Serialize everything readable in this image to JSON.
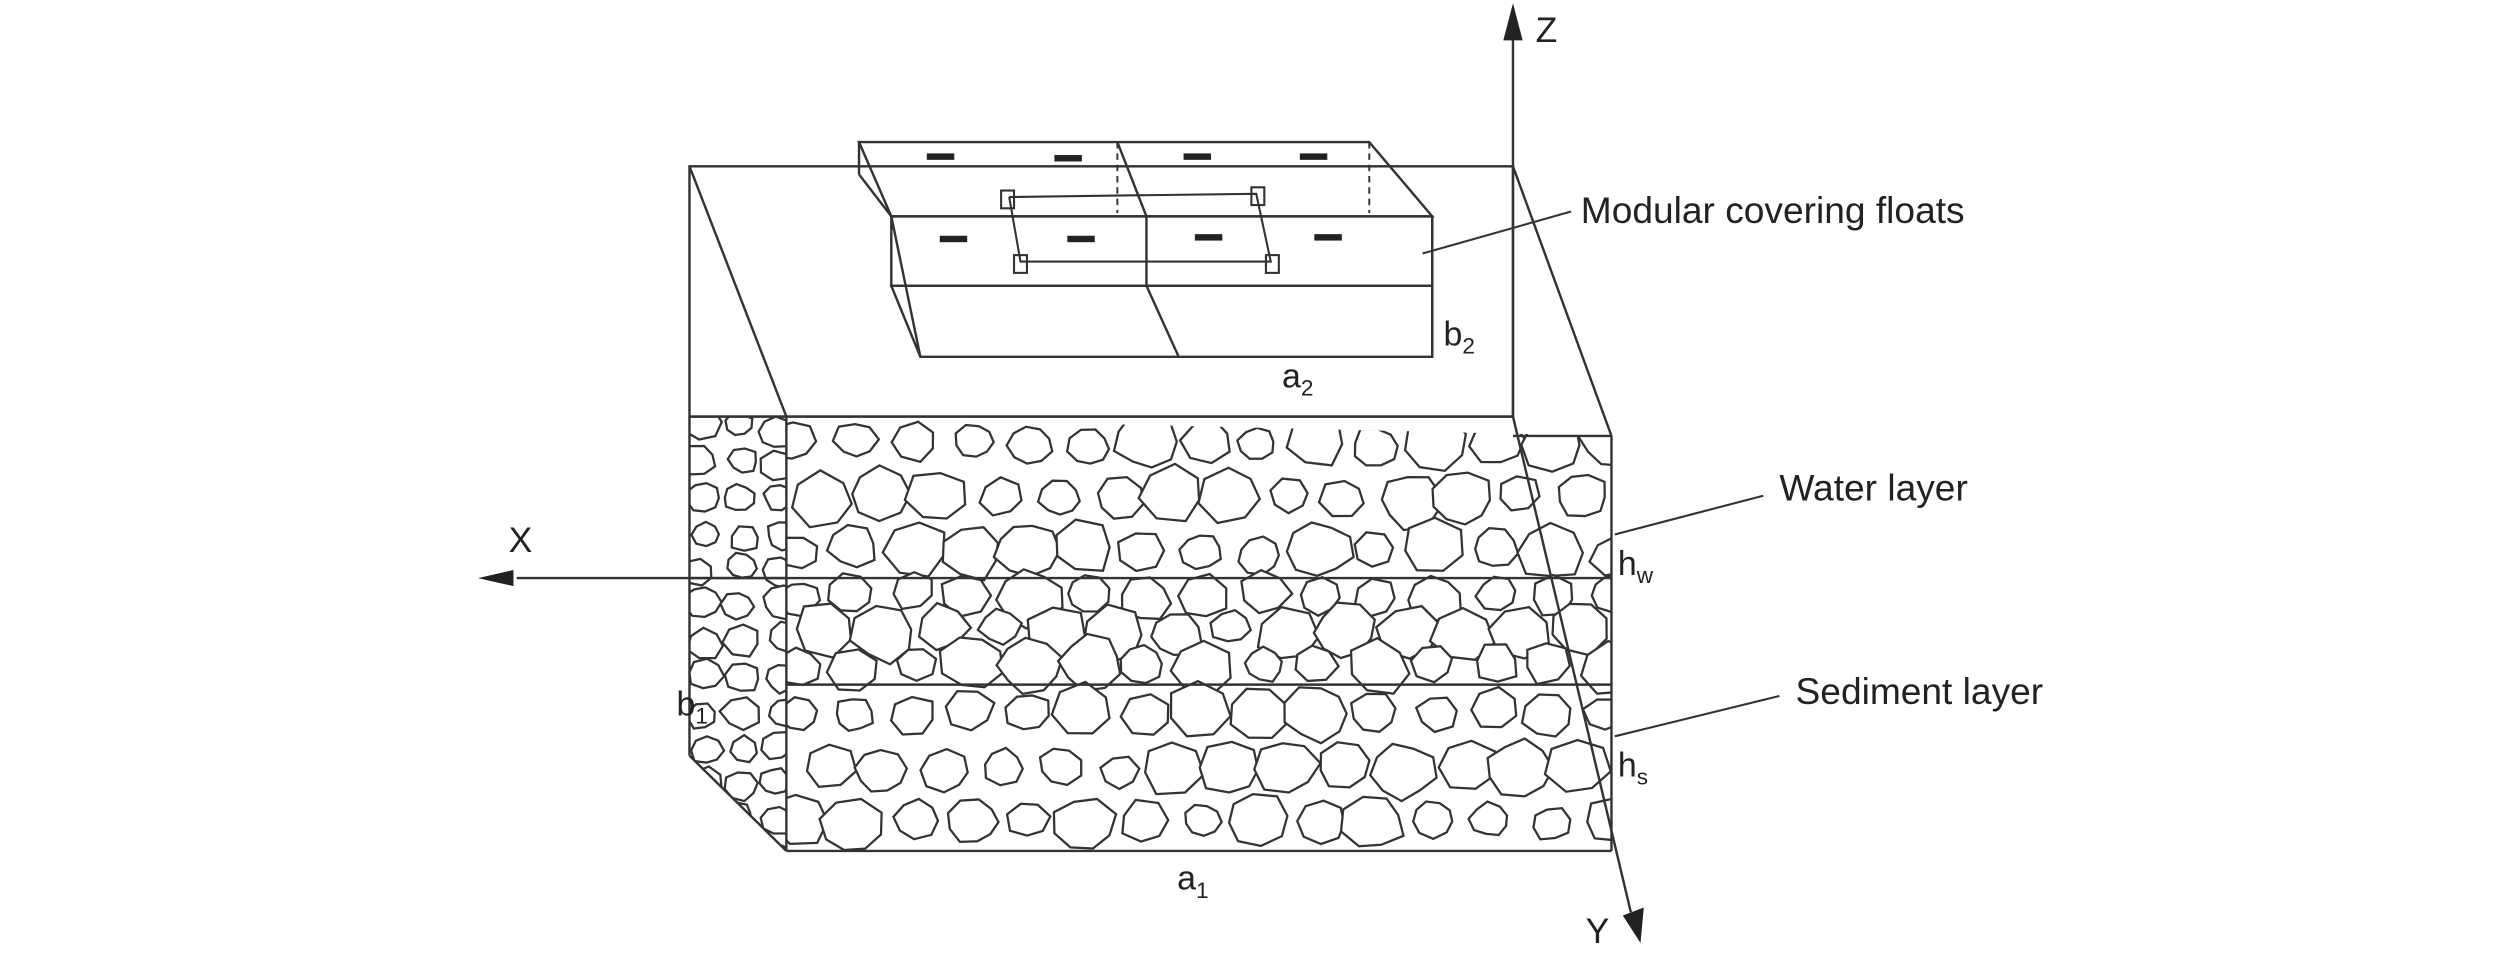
{
  "axes": {
    "z": {
      "label": "Z"
    },
    "x": {
      "label": "X"
    },
    "y": {
      "label": "Y"
    }
  },
  "callouts": {
    "floats": "Modular covering floats",
    "water": "Water layer",
    "sediment": "Sediment layer"
  },
  "dimensions": {
    "a1": {
      "base": "a",
      "sub": "1"
    },
    "b1": {
      "base": "b",
      "sub": "1"
    },
    "a2": {
      "base": "a",
      "sub": "2"
    },
    "b2": {
      "base": "b",
      "sub": "2"
    },
    "hw": {
      "base": "h",
      "sub": "w"
    },
    "hs": {
      "base": "h",
      "sub": "s"
    }
  },
  "colors": {
    "line": "#333333",
    "background": "#ffffff"
  }
}
